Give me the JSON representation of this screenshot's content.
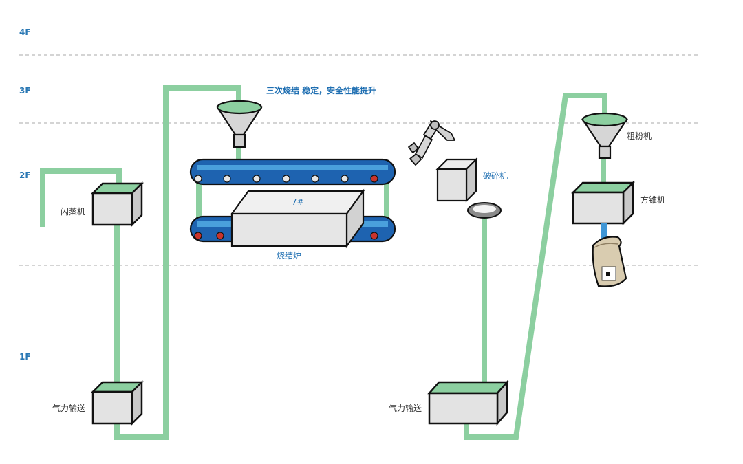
{
  "floors": {
    "f4": "4F",
    "f3": "3F",
    "f2": "2F",
    "f1": "1F"
  },
  "headline": "三次烧结 稳定，安全性能提升",
  "labels": {
    "flash_steamer": "闪蒸机",
    "pneumatic_left": "气力输送",
    "pneumatic_right": "气力输送",
    "furnace_number": "7#",
    "sintering_furnace": "烧结炉",
    "crusher": "破碎机",
    "coarse_mill": "粗粉机",
    "cone_mixer": "方锥机"
  },
  "colors": {
    "pipe": "#8ccfa0",
    "floor_label": "#2a78b4",
    "conveyor": "#1e63b0",
    "dashed_line": "#bbbbbb"
  }
}
